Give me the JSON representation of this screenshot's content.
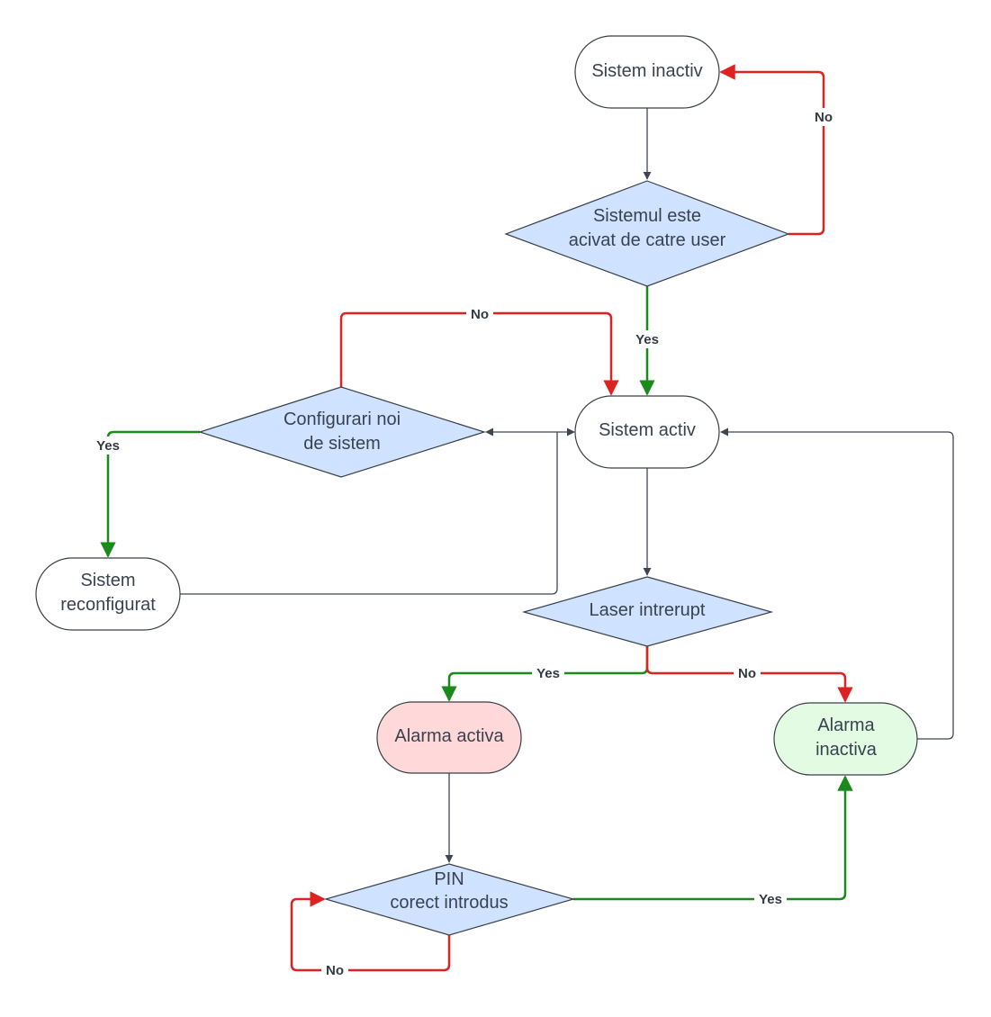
{
  "colors": {
    "default_edge": "#3f4652",
    "yes_edge": "#1a8a1a",
    "no_edge": "#dd2222",
    "decision_fill": "#cfe2ff",
    "process_fill": "#ffffff",
    "alarm_active_fill": "#ffd9d9",
    "alarm_inactive_fill": "#e2fbe2",
    "stroke": "#3a3f47"
  },
  "nodes": {
    "sistem_inactiv": {
      "line1": "Sistem inactiv"
    },
    "activat_decision": {
      "line1": "Sistemul este",
      "line2": "acivat de catre user"
    },
    "sistem_activ": {
      "line1": "Sistem activ"
    },
    "config_decision": {
      "line1": "Configurari noi",
      "line2": "de sistem"
    },
    "sistem_reconfigurat": {
      "line1": "Sistem",
      "line2": "reconfigurat"
    },
    "laser_decision": {
      "line1": "Laser intrerupt"
    },
    "alarma_activa": {
      "line1": "Alarma activa"
    },
    "alarma_inactiva": {
      "line1": "Alarma",
      "line2": "inactiva"
    },
    "pin_decision": {
      "line1": "PIN",
      "line2": "corect introdus"
    }
  },
  "edge_labels": {
    "activat_no": "No",
    "activat_yes": "Yes",
    "config_no": "No",
    "config_yes": "Yes",
    "laser_yes": "Yes",
    "laser_no": "No",
    "pin_yes": "Yes",
    "pin_no": "No"
  }
}
